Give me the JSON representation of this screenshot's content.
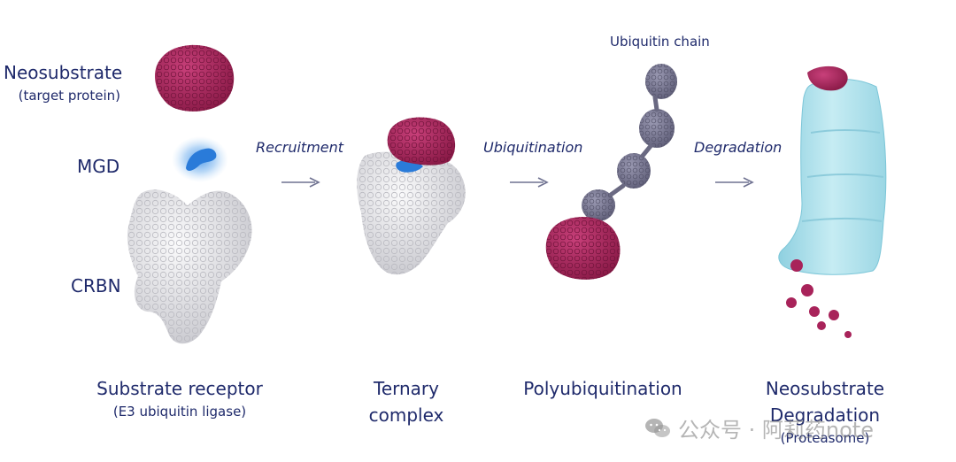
{
  "left_labels": {
    "neosubstrate": "Neosubstrate",
    "target_protein": "(target protein)",
    "mgd": "MGD",
    "crbn": "CRBN"
  },
  "steps": {
    "recruitment": "Recruitment",
    "ubiquitination": "Ubiquitination",
    "degradation": "Degradation"
  },
  "ubiquitin_chain_label": "Ubiquitin chain",
  "bottom_labels": {
    "substrate_receptor": "Substrate receptor",
    "e3_ligase": "(E3 ubiquitin ligase)",
    "ternary_line1": "Ternary",
    "ternary_line2": "complex",
    "polyubiquitination": "Polyubiquitination",
    "neo_line1": "Neosubstrate",
    "neo_line2": "Degradation",
    "proteasome": "(Proteasome)"
  },
  "watermark": {
    "text": "公众号 · 阿莉药note",
    "icon": "wechat-icon"
  },
  "colors": {
    "neosubstrate": "#a8235a",
    "crbn": "#e2e2e6",
    "mgd": "#2979d6",
    "ubiquitin": "#7b7a94",
    "proteasome": "#a9dbe6",
    "arrow": "#6f7291",
    "text": "#1f2a6b"
  }
}
